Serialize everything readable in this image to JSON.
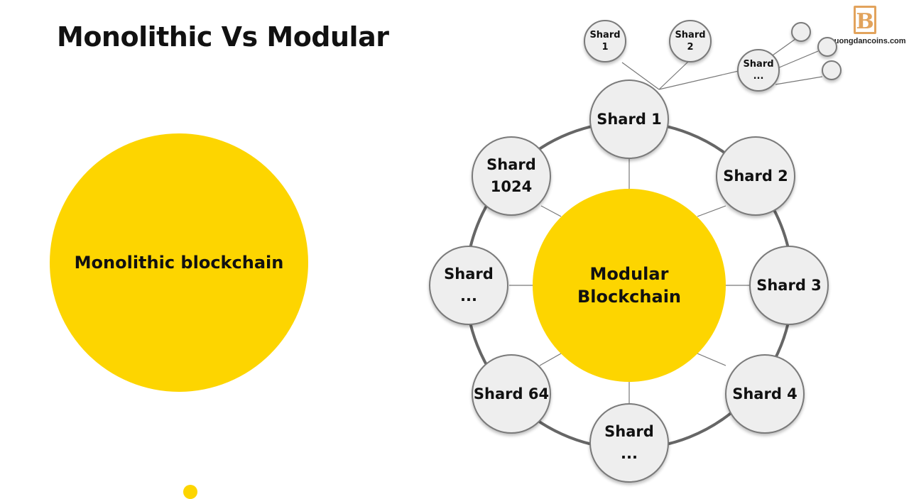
{
  "title": "Monolithic Vs Modular",
  "logo_text": "huongdancoins.com",
  "logo_letter": "B",
  "monolithic_label": "Monolithic blockchain",
  "modular_label": "Modular\nBlockchain",
  "shards": {
    "s1": "Shard 1",
    "s2": "Shard 2",
    "s3": "Shard 3",
    "s4": "Shard 4",
    "s_bottom": "Shard\n...",
    "s64": "Shard 64",
    "s_left": "Shard\n...",
    "s1024": "Shard\n1024"
  },
  "subshards": {
    "a": "Shard 1",
    "b": "Shard\n2",
    "c": "Shard\n..."
  },
  "colors": {
    "accent": "#fdd500",
    "node_fill": "#eeeeee",
    "ring": "#666666"
  }
}
